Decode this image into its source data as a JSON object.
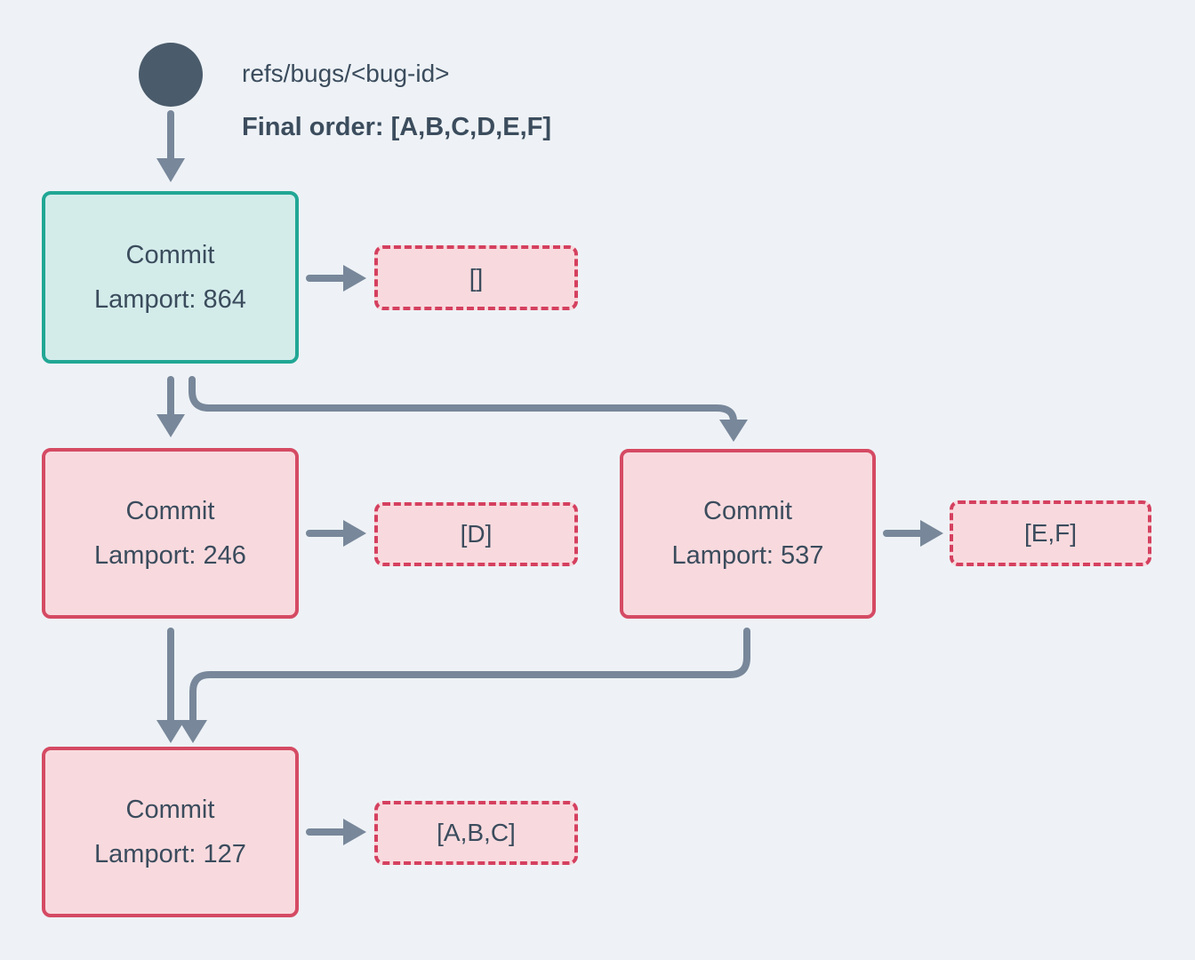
{
  "header": {
    "ref": "refs/bugs/<bug-id>",
    "final_order": "Final order: [A,B,C,D,E,F]"
  },
  "nodes": {
    "root": {
      "label": "Commit",
      "lamport": "Lamport: 864",
      "ops": "[]"
    },
    "left": {
      "label": "Commit",
      "lamport": "Lamport: 246",
      "ops": "[D]"
    },
    "right": {
      "label": "Commit",
      "lamport": "Lamport: 537",
      "ops": "[E,F]"
    },
    "merge": {
      "label": "Commit",
      "lamport": "Lamport: 127",
      "ops": "[A,B,C]"
    }
  },
  "edges": [
    {
      "from": "ref-circle",
      "to": "commit-864"
    },
    {
      "from": "commit-864",
      "to": "ops-empty"
    },
    {
      "from": "commit-864",
      "to": "commit-246"
    },
    {
      "from": "commit-864",
      "to": "commit-537"
    },
    {
      "from": "commit-246",
      "to": "ops-d"
    },
    {
      "from": "commit-537",
      "to": "ops-ef"
    },
    {
      "from": "commit-246",
      "to": "commit-127"
    },
    {
      "from": "commit-537",
      "to": "commit-127"
    },
    {
      "from": "commit-127",
      "to": "ops-abc"
    }
  ],
  "colors": {
    "background": "#eef2f6",
    "arrow": "#78879a",
    "text": "#3b4c5d",
    "circle": "#4a5b6b",
    "teal_border": "#21a795",
    "teal_fill": "#d3ecea",
    "pink_border": "#d54a63",
    "pink_dash_border": "#d5405f",
    "pink_fill": "#f8dade"
  }
}
